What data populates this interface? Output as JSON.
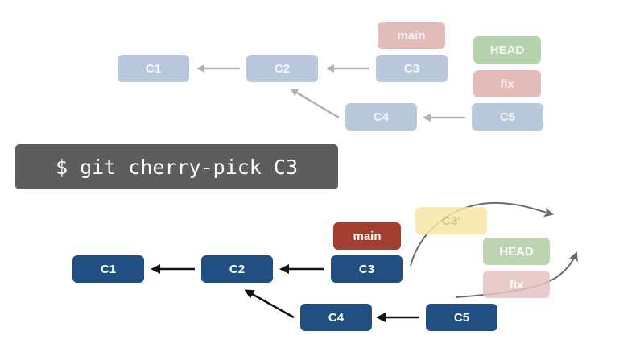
{
  "command": "$ git cherry-pick C3",
  "before": {
    "commits": {
      "c1": "C1",
      "c2": "C2",
      "c3": "C3",
      "c4": "C4",
      "c5": "C5"
    },
    "labels": {
      "main": "main",
      "head": "HEAD",
      "fix": "fix"
    }
  },
  "after": {
    "commits": {
      "c1": "C1",
      "c2": "C2",
      "c3": "C3",
      "c4": "C4",
      "c5": "C5",
      "c3_copy": "C3'"
    },
    "labels": {
      "main": "main",
      "head": "HEAD",
      "fix": "fix"
    }
  },
  "colors": {
    "faded_commit": "#b9c8da",
    "commit": "#214f82",
    "main_label": "#a23e30",
    "head_label": "#b6d0ab",
    "fix_label": "#e6c3c0",
    "ghost_commit": "#f8e6a6",
    "command_bg": "#5d5d5d"
  }
}
